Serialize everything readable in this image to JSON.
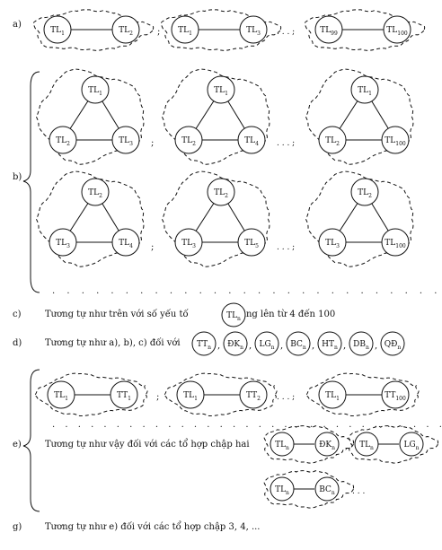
{
  "row_labels": {
    "a": "a)",
    "b": "b)",
    "c": "c)",
    "d": "d)",
    "e": "e)",
    "g": "g)"
  },
  "separators": {
    "semicolon": ";",
    "comma": ",",
    "ellipsis": ". . . ;",
    "ellipsis_plain": ". . ."
  },
  "row_a": [
    {
      "n1": "TL",
      "s1": "1",
      "n2": "TL",
      "s2": "2"
    },
    {
      "n1": "TL",
      "s1": "1",
      "n2": "TL",
      "s2": "3"
    },
    {
      "n1": "TL",
      "s1": "99",
      "n2": "TL",
      "s2": "100"
    }
  ],
  "row_b": [
    {
      "top": [
        "TL",
        "1"
      ],
      "left": [
        "TL",
        "2"
      ],
      "right": [
        "TL",
        "3"
      ]
    },
    {
      "top": [
        "TL",
        "1"
      ],
      "left": [
        "TL",
        "2"
      ],
      "right": [
        "TL",
        "4"
      ]
    },
    {
      "top": [
        "TL",
        "1"
      ],
      "left": [
        "TL",
        "2"
      ],
      "right": [
        "TL",
        "100"
      ]
    },
    {
      "top": [
        "TL",
        "2"
      ],
      "left": [
        "TL",
        "3"
      ],
      "right": [
        "TL",
        "4"
      ]
    },
    {
      "top": [
        "TL",
        "2"
      ],
      "left": [
        "TL",
        "3"
      ],
      "right": [
        "TL",
        "5"
      ]
    },
    {
      "top": [
        "TL",
        "2"
      ],
      "left": [
        "TL",
        "3"
      ],
      "right": [
        "TL",
        "100"
      ]
    }
  ],
  "row_c": {
    "before": "Tương tự như trên với số yếu tố",
    "node": [
      "TL",
      "n"
    ],
    "after": "tăng lên từ 4 đến 100"
  },
  "row_d": {
    "text": "Tương tự như a), b), c) đối với",
    "nodes": [
      [
        "TT",
        "n"
      ],
      [
        "ĐK",
        "n"
      ],
      [
        "LG",
        "n"
      ],
      [
        "BC",
        "n"
      ],
      [
        "HT",
        "n"
      ],
      [
        "DB",
        "n"
      ],
      [
        "QĐ",
        "n"
      ]
    ]
  },
  "row_e": {
    "pairs": [
      {
        "n1": "TL",
        "s1": "1",
        "n2": "TT",
        "s2": "1"
      },
      {
        "n1": "TL",
        "s1": "1",
        "n2": "TT",
        "s2": "2"
      },
      {
        "n1": "TL",
        "s1": "1",
        "n2": "TT",
        "s2": "100"
      }
    ],
    "text": "Tương tự như vậy đối với các tổ hợp chập hai",
    "pairs2": [
      {
        "n1": "TL",
        "s1": "n",
        "n2": "ĐK",
        "s2": "n"
      },
      {
        "n1": "TL",
        "s1": "n",
        "n2": "LG",
        "s2": "n"
      },
      {
        "n1": "TL",
        "s1": "n",
        "n2": "BC",
        "s2": "n"
      }
    ]
  },
  "row_g": {
    "text": "Tương tự như e) đối với các tổ hợp chập 3, 4, ..."
  }
}
